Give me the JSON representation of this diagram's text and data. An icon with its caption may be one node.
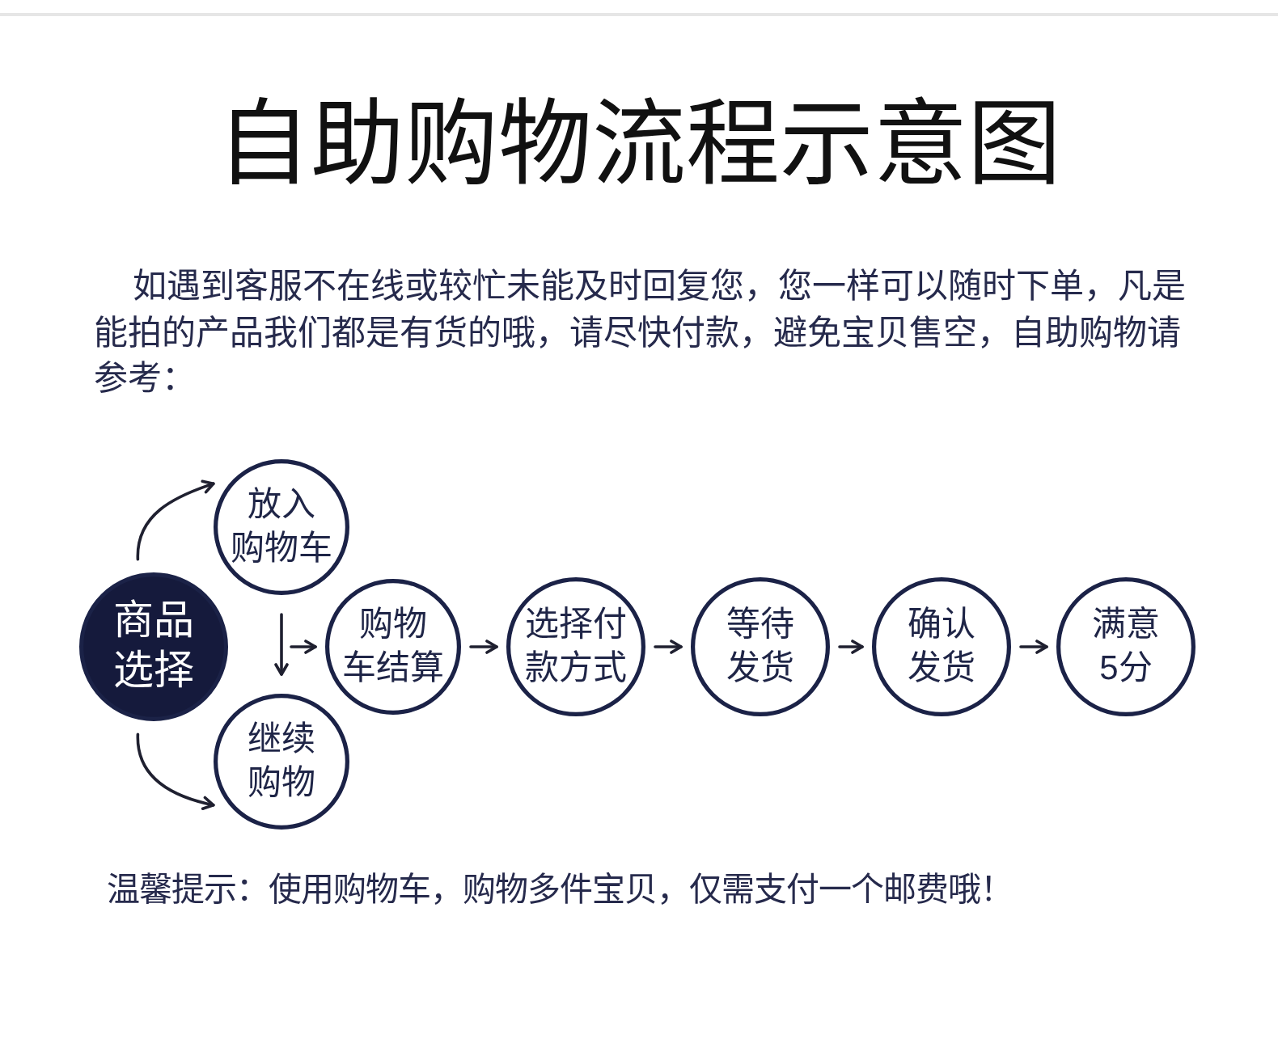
{
  "diagram": {
    "title": "自助购物流程示意图",
    "nodes": [
      {
        "text": [
          "商品选择"
        ]
      },
      {
        "text": [
          "放入购物车"
        ]
      },
      {
        "text": [
          "继续购物"
        ]
      },
      {
        "text": [
          "购物车结算"
        ]
      },
      {
        "text": [
          "选择付款方式"
        ]
      },
      {
        "text": [
          "等待发货"
        ]
      },
      {
        "text": [
          "确认发货"
        ]
      },
      {
        "text": [
          "满意5分"
        ]
      }
    ],
    "edges": [
      {
        "from": 0,
        "to": 1,
        "arrow": "to"
      },
      {
        "from": 0,
        "to": 2,
        "arrow": "to"
      },
      {
        "from": 1,
        "to": 2,
        "arrow": "to"
      },
      {
        "from": null,
        "to": 3,
        "arrow": "to"
      },
      {
        "from": 3,
        "to": 4,
        "arrow": "to"
      },
      {
        "from": 4,
        "to": 5,
        "arrow": "to"
      },
      {
        "from": 5,
        "to": 6,
        "arrow": "to"
      },
      {
        "from": 6,
        "to": 7,
        "arrow": "to"
      }
    ],
    "labels": [
      "如遇到客服不在线或较忙未能及时回复您，您一样可以随时下单，凡是能拍的产品我们都是有货的哦，请尽快付款，避免宝贝售空，自助购物请参考：",
      "温馨提示：使用购物车，购物多件宝贝，仅需支付一个邮费哦！"
    ]
  }
}
